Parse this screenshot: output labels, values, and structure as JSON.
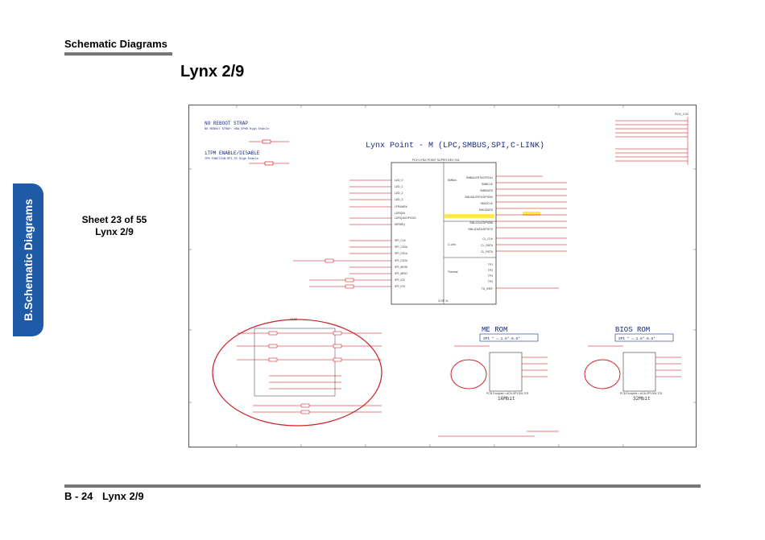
{
  "header": {
    "section_title": "Schematic  Diagrams"
  },
  "page": {
    "title": "Lynx 2/9"
  },
  "side_tab": {
    "label": "B.Schematic Diagrams"
  },
  "sheet": {
    "line1": "Sheet 23 of 55",
    "line2": "Lynx 2/9"
  },
  "footer": {
    "page_ref": "B - 24",
    "page_name": "Lynx 2/9"
  },
  "schematic": {
    "main_title": "Lynx Point - M (LPC,SMBUS,SPI,C-LINK)",
    "strap1_title": "NO REBOOT STRAP",
    "strap1_desc": "NO REBOOT STRAP: HDA_SPKR High Enable",
    "strap2_title": "iTPM ENABLE/DISABLE",
    "strap2_desc": "TPM FUNCTION:SPI_SI High Enable",
    "chip_label": "PCH LYNX POINT SUPER DEV S31",
    "chip_part": "3 OF 11",
    "me_rom": "ME ROM",
    "bios_rom": "BIOS ROM",
    "spi_voltage": "SPI * = 1.5*-6.5*",
    "rom_size_me": "16Mbit",
    "rom_size_bios": "32Mbit",
    "pcb_footprint": "PCB Footprint = ACA-SPI-004-T03",
    "rail": "PCH_3.3V",
    "net_lpc": [
      "LAD_0",
      "LAD_1",
      "LAD_2",
      "LAD_3",
      "LFRAME#",
      "LDRQ0#",
      "LDRQ1#/GPIO23",
      "SERIRQ"
    ],
    "net_smb": [
      "SMBALERT#/GPIO11",
      "SMBCLK",
      "SMBDATA",
      "SML0ALERT#/GPIO60",
      "SML0CLK",
      "SML0DATA",
      "SML1ALERT#/PCHHOT#/GPIO74",
      "SML1CLK/GPIO58",
      "SML1DATA/GPIO75"
    ],
    "net_spi": [
      "SPI_CLK",
      "SPI_CS0#",
      "SPI_CS1#",
      "SPI_CS2#",
      "SPI_MOSI",
      "SPI_MISO",
      "SPI_IO2",
      "SPI_IO3"
    ],
    "net_clink": [
      "CL_CLK",
      "CL_DATA",
      "CL_RST#"
    ],
    "circle_label": "1015"
  }
}
